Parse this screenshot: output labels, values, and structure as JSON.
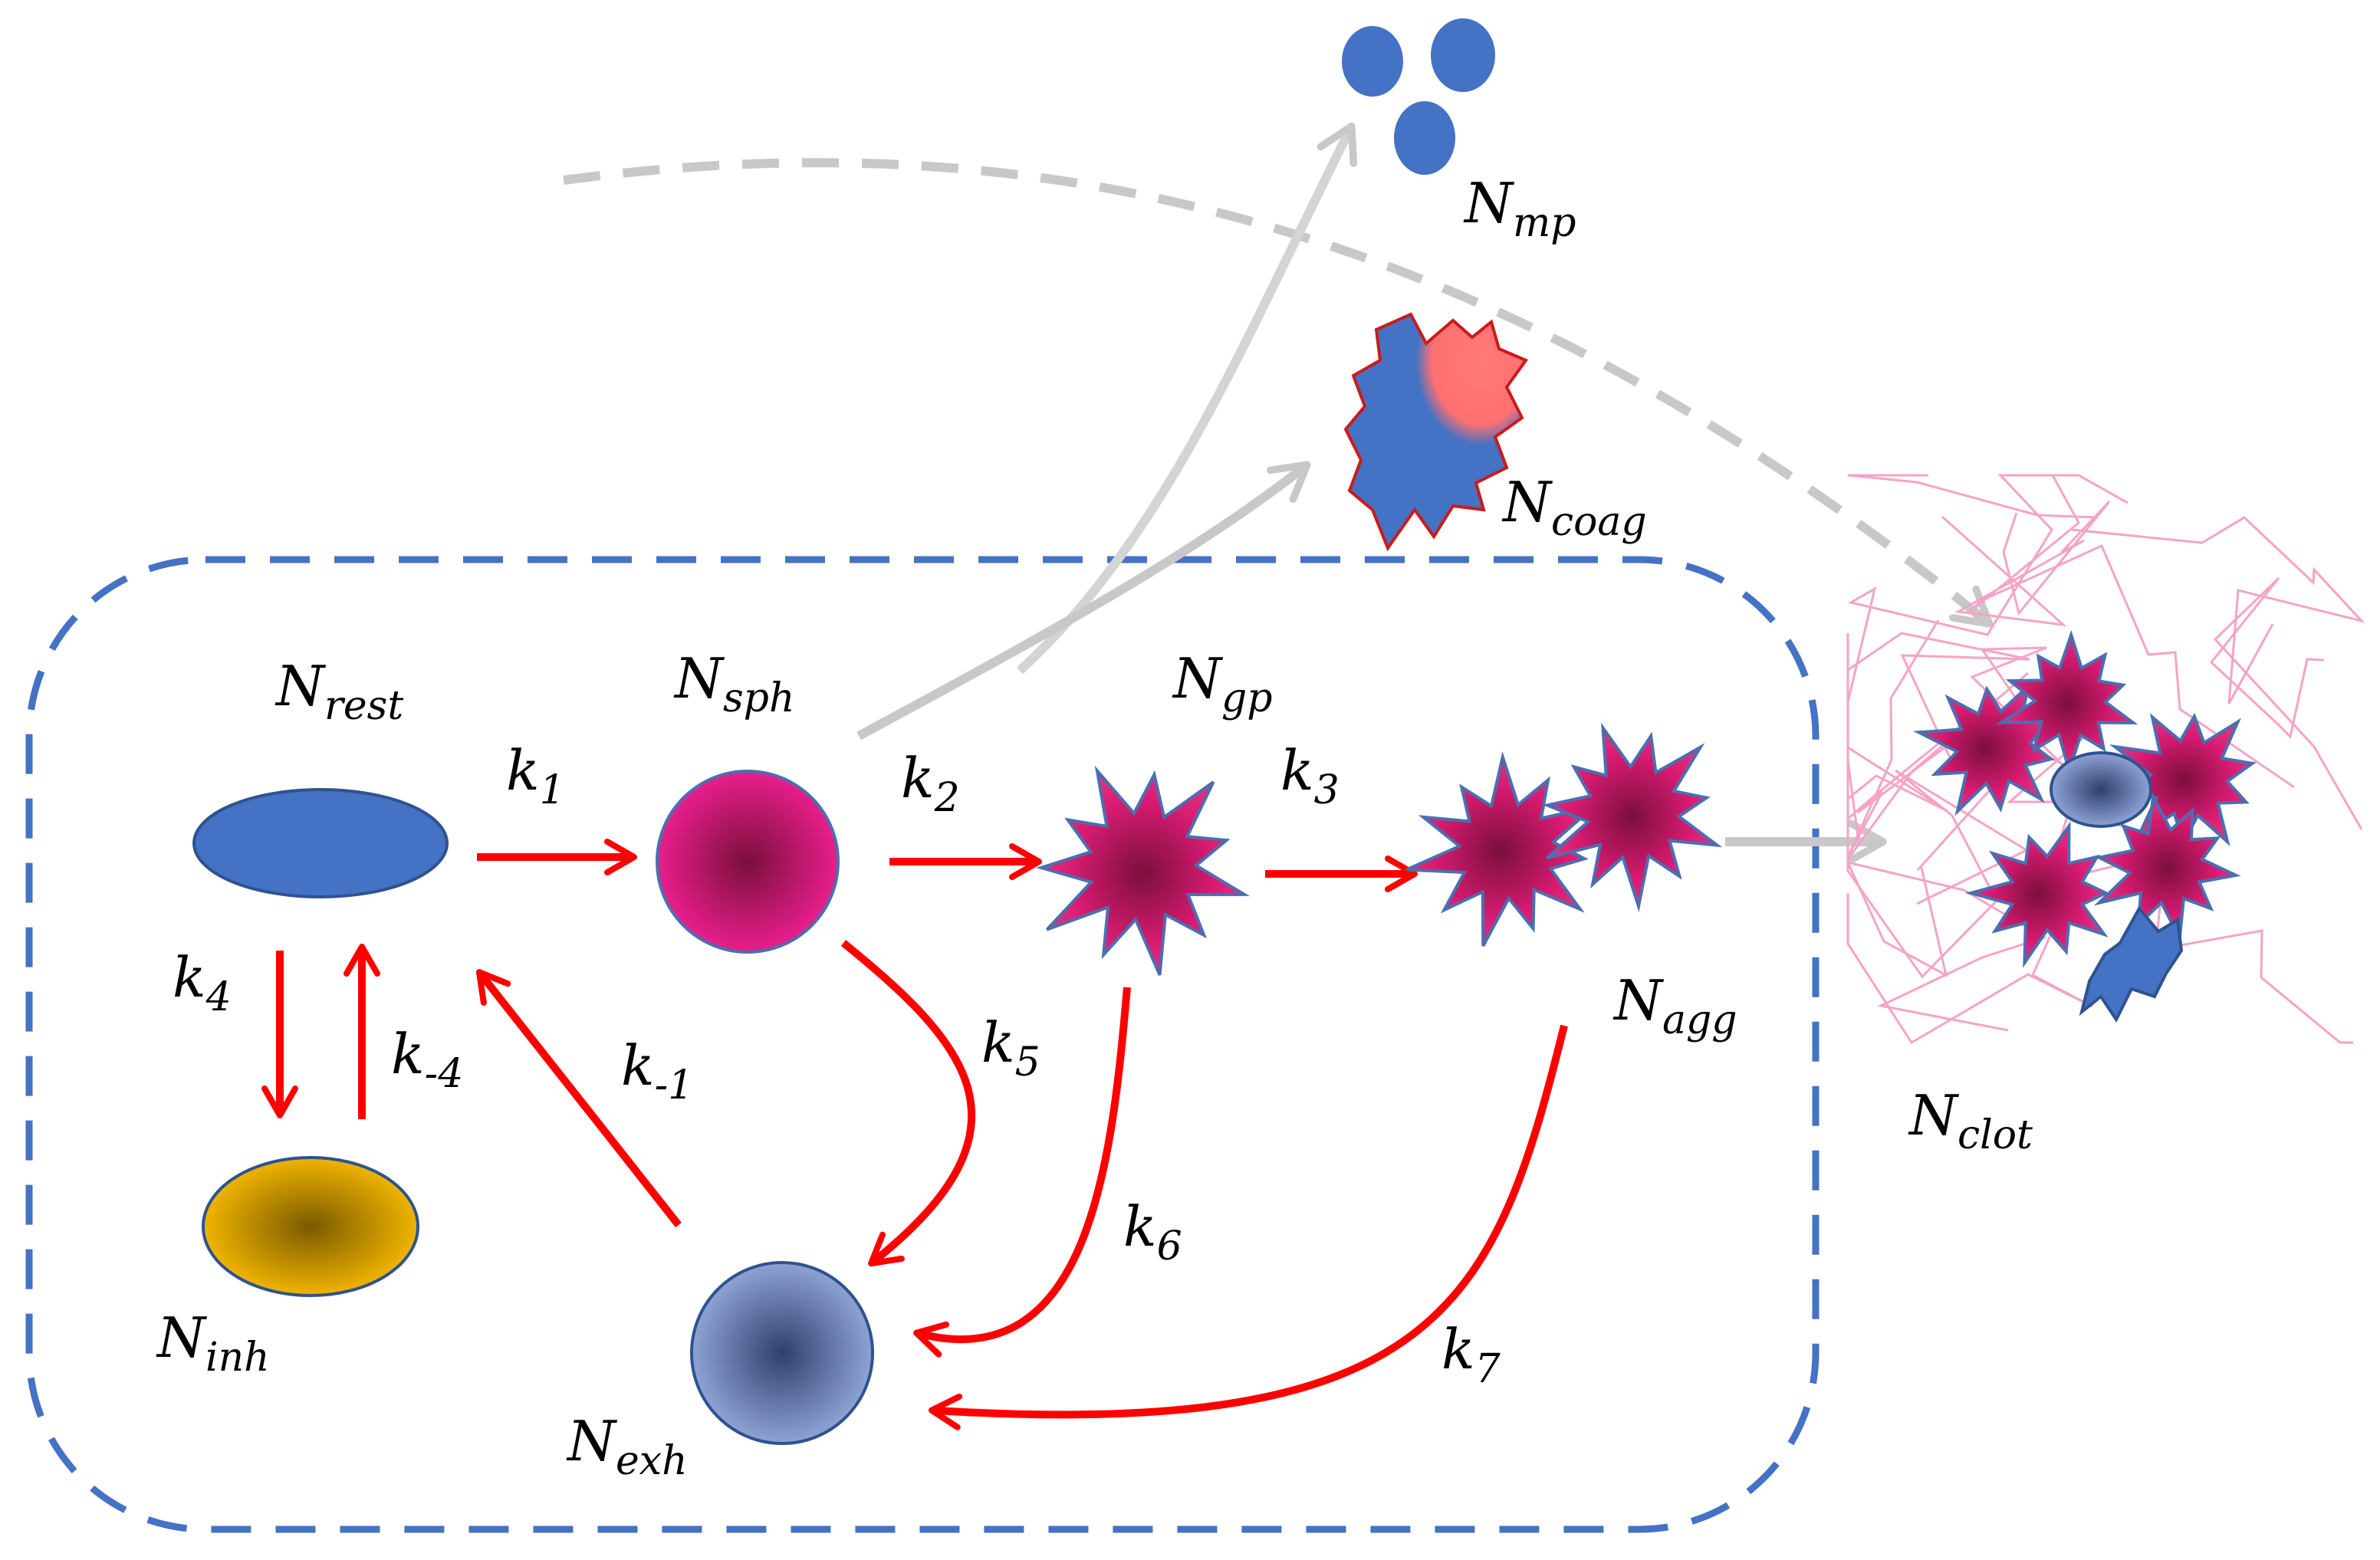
{
  "nodes": {
    "rest": {
      "symbol": "N",
      "sub": "rest"
    },
    "sph": {
      "symbol": "N",
      "sub": "sph"
    },
    "gp": {
      "symbol": "N",
      "sub": "gp"
    },
    "agg": {
      "symbol": "N",
      "sub": "agg"
    },
    "inh": {
      "symbol": "N",
      "sub": "inh"
    },
    "exh": {
      "symbol": "N",
      "sub": "exh"
    },
    "mp": {
      "symbol": "N",
      "sub": "mp"
    },
    "coag": {
      "symbol": "N",
      "sub": "coag"
    },
    "clot": {
      "symbol": "N",
      "sub": "clot"
    }
  },
  "rates": {
    "k1": {
      "symbol": "k",
      "sub": "1"
    },
    "k2": {
      "symbol": "k",
      "sub": "2"
    },
    "k3": {
      "symbol": "k",
      "sub": "3"
    },
    "k4": {
      "symbol": "k",
      "sub": "4"
    },
    "km4": {
      "symbol": "k",
      "sub": "-4"
    },
    "km1": {
      "symbol": "k",
      "sub": "-1"
    },
    "k5": {
      "symbol": "k",
      "sub": "5"
    },
    "k6": {
      "symbol": "k",
      "sub": "6"
    },
    "k7": {
      "symbol": "k",
      "sub": "7"
    }
  },
  "colors": {
    "reaction_arrow": "#ff0000",
    "pathway_arrow": "#c8c8c8",
    "compartment_border": "#4472c4",
    "resting_platelet": "#4472c4",
    "spherical_platelet": "#e91e8c",
    "activated_platelet": "#c2185b",
    "inhibited_platelet": "#e6a800",
    "exhausted_platelet": "#7f95c6",
    "coag_platelet_top": "#ff7070",
    "fibrin": "#f5a3c7"
  }
}
